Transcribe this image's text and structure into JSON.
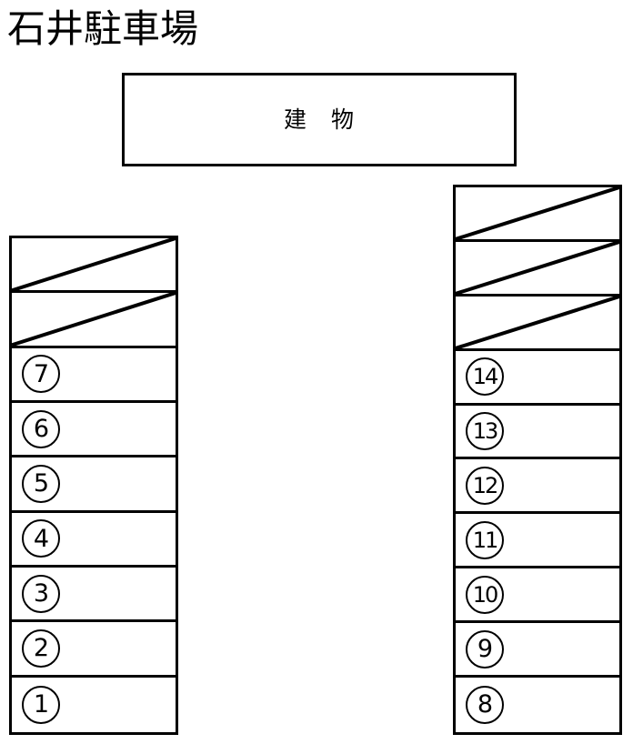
{
  "page": {
    "title": "石井駐車場",
    "background_color": "#ffffff",
    "line_color": "#000000"
  },
  "building": {
    "label": "建　物"
  },
  "lots": {
    "left_column": {
      "name": "left-parking-column",
      "cells": [
        {
          "id": "L-blocked-2",
          "label": "",
          "status": "blocked"
        },
        {
          "id": "L-blocked-1",
          "label": "",
          "status": "blocked"
        },
        {
          "id": "L-7",
          "label": "7",
          "status": "available"
        },
        {
          "id": "L-6",
          "label": "6",
          "status": "available"
        },
        {
          "id": "L-5",
          "label": "5",
          "status": "available"
        },
        {
          "id": "L-4",
          "label": "4",
          "status": "available"
        },
        {
          "id": "L-3",
          "label": "3",
          "status": "available"
        },
        {
          "id": "L-2",
          "label": "2",
          "status": "available"
        },
        {
          "id": "L-1",
          "label": "1",
          "status": "available"
        }
      ]
    },
    "right_column": {
      "name": "right-parking-column",
      "cells": [
        {
          "id": "R-blocked-3",
          "label": "",
          "status": "blocked"
        },
        {
          "id": "R-blocked-2",
          "label": "",
          "status": "blocked"
        },
        {
          "id": "R-blocked-1",
          "label": "",
          "status": "blocked"
        },
        {
          "id": "R-14",
          "label": "14",
          "status": "available"
        },
        {
          "id": "R-13",
          "label": "13",
          "status": "available"
        },
        {
          "id": "R-12",
          "label": "12",
          "status": "available"
        },
        {
          "id": "R-11",
          "label": "11",
          "status": "available"
        },
        {
          "id": "R-10",
          "label": "10",
          "status": "available"
        },
        {
          "id": "R-9",
          "label": "9",
          "status": "available"
        },
        {
          "id": "R-8",
          "label": "8",
          "status": "available"
        }
      ]
    }
  }
}
